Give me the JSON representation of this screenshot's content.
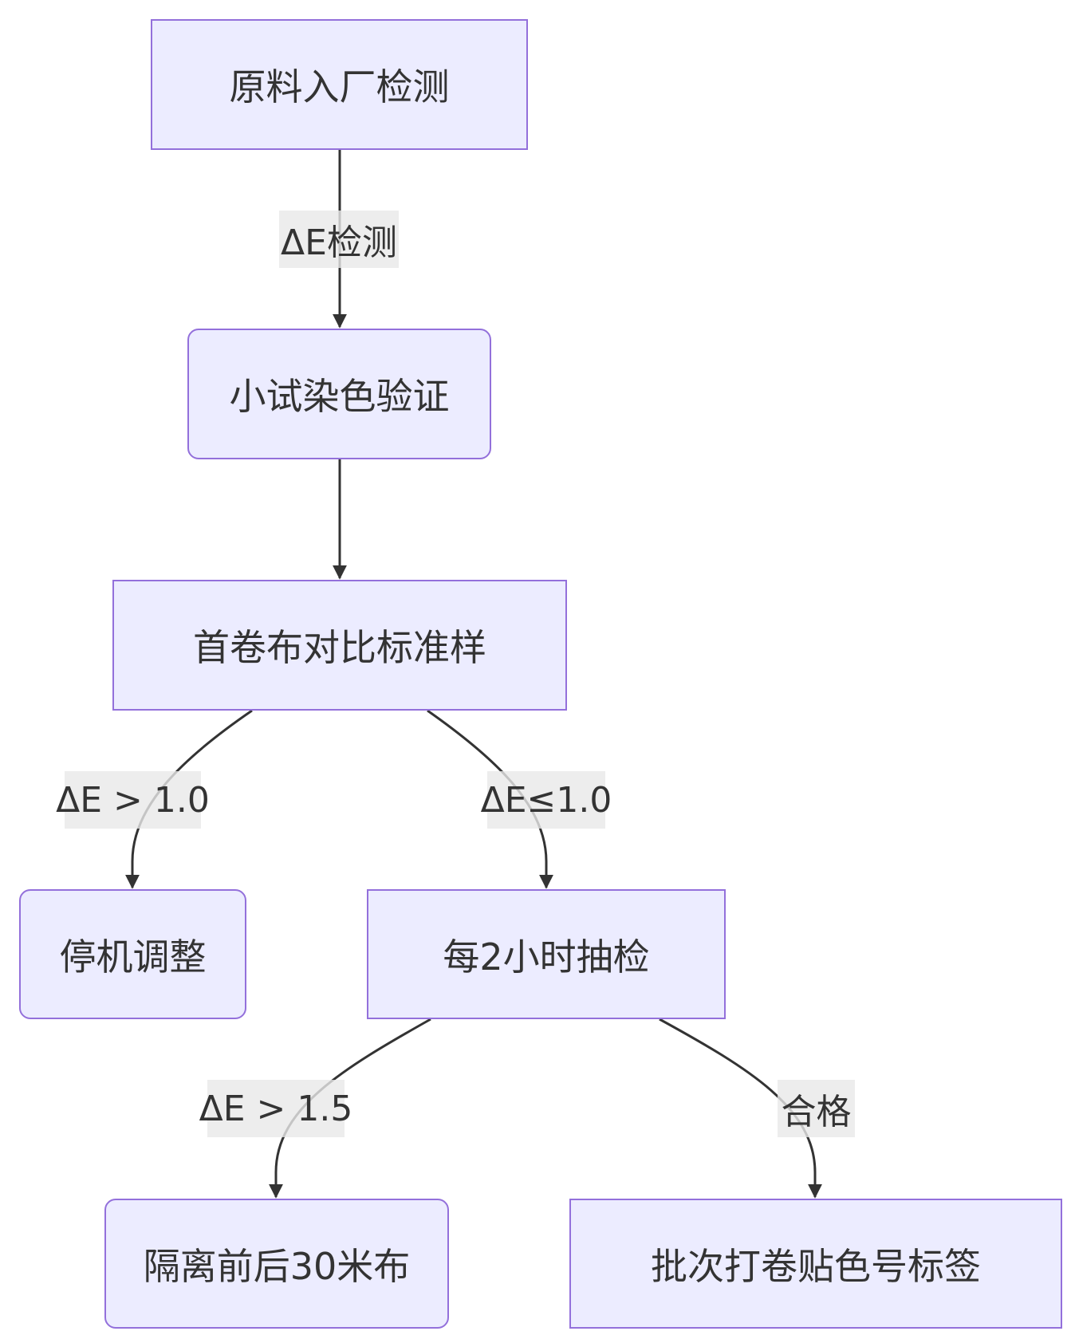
{
  "diagram": {
    "type": "flowchart",
    "direction": "top-down",
    "colors": {
      "node_fill": "#ECECFF",
      "node_border": "#9370DB",
      "text": "#333333",
      "edge": "#333333",
      "edge_label_bg": "#E8E8E8"
    },
    "nodes": [
      {
        "id": "A",
        "label": "原料入厂检测",
        "shape": "rect"
      },
      {
        "id": "B",
        "label": "小试染色验证",
        "shape": "round"
      },
      {
        "id": "C",
        "label": "首卷布对比标准样",
        "shape": "rect"
      },
      {
        "id": "D",
        "label": "停机调整",
        "shape": "round"
      },
      {
        "id": "E",
        "label": "每2小时抽检",
        "shape": "rect"
      },
      {
        "id": "F",
        "label": "隔离前后30米布",
        "shape": "round"
      },
      {
        "id": "G",
        "label": "批次打卷贴色号标签",
        "shape": "rect"
      }
    ],
    "edges": [
      {
        "from": "A",
        "to": "B",
        "label": "ΔE检测"
      },
      {
        "from": "B",
        "to": "C",
        "label": ""
      },
      {
        "from": "C",
        "to": "D",
        "label": "ΔE > 1.0"
      },
      {
        "from": "C",
        "to": "E",
        "label": "ΔE≤1.0"
      },
      {
        "from": "E",
        "to": "F",
        "label": "ΔE > 1.5"
      },
      {
        "from": "E",
        "to": "G",
        "label": "合格"
      }
    ]
  }
}
